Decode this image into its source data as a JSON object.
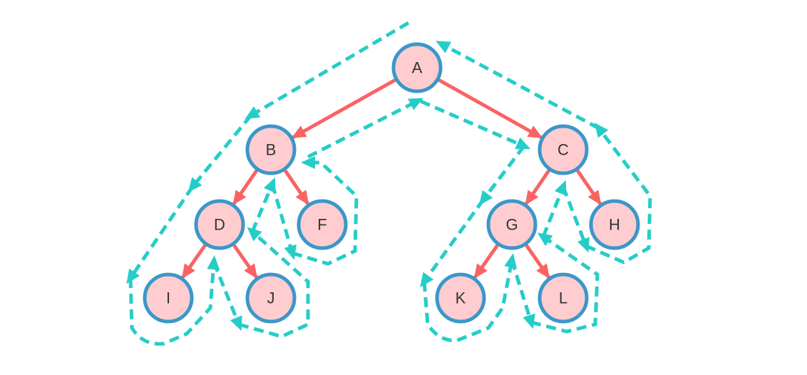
{
  "colors": {
    "node_fill": "#ffcdd0",
    "node_stroke": "#3b97c9",
    "edge": "#f86464",
    "traversal": "#26cdc8"
  },
  "nodes": [
    {
      "id": "A",
      "label": "A"
    },
    {
      "id": "B",
      "label": "B"
    },
    {
      "id": "C",
      "label": "C"
    },
    {
      "id": "D",
      "label": "D"
    },
    {
      "id": "F",
      "label": "F"
    },
    {
      "id": "G",
      "label": "G"
    },
    {
      "id": "H",
      "label": "H"
    },
    {
      "id": "I",
      "label": "I"
    },
    {
      "id": "J",
      "label": "J"
    },
    {
      "id": "K",
      "label": "K"
    },
    {
      "id": "L",
      "label": "L"
    }
  ],
  "edges": [
    [
      "A",
      "B"
    ],
    [
      "A",
      "C"
    ],
    [
      "B",
      "D"
    ],
    [
      "B",
      "F"
    ],
    [
      "C",
      "G"
    ],
    [
      "C",
      "H"
    ],
    [
      "D",
      "I"
    ],
    [
      "D",
      "J"
    ],
    [
      "G",
      "K"
    ],
    [
      "G",
      "L"
    ]
  ]
}
